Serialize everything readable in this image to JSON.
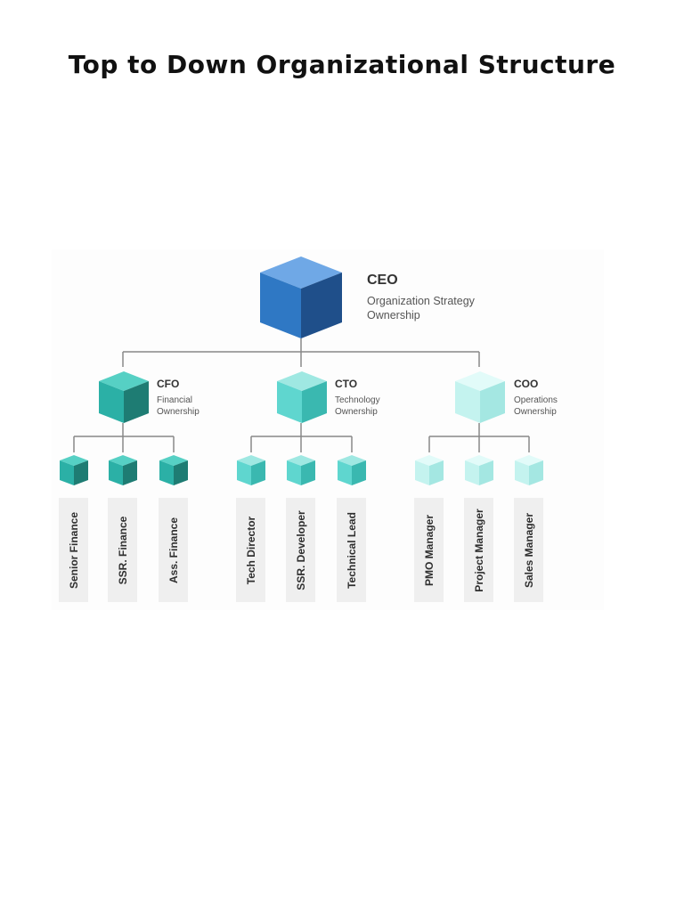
{
  "title": "Top to Down Organizational Structure",
  "colors": {
    "ceo": "#2f78c4",
    "cfo": "#2bb0a6",
    "cto": "#55d3cc",
    "coo": "#b9f0ec",
    "line": "#888888",
    "leaf_bg": "#efefef"
  },
  "ceo": {
    "title": "CEO",
    "desc_line1": "Organization Strategy",
    "desc_line2": "Ownership"
  },
  "branches": [
    {
      "title": "CFO",
      "desc_line1": "Financial",
      "desc_line2": "Ownership",
      "leaves": [
        "Senior Finance",
        "SSR. Finance",
        "Ass. Finance"
      ]
    },
    {
      "title": "CTO",
      "desc_line1": "Technology",
      "desc_line2": "Ownership",
      "leaves": [
        "Tech Director",
        "SSR. Developer",
        "Technical Lead"
      ]
    },
    {
      "title": "COO",
      "desc_line1": "Operations",
      "desc_line2": "Ownership",
      "leaves": [
        "PMO Manager",
        "Project Manager",
        "Sales Manager"
      ]
    }
  ]
}
